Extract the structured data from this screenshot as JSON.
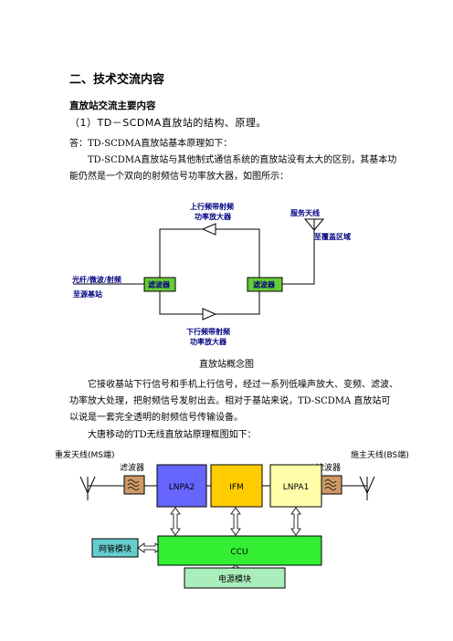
{
  "section_title": "二、技术交流内容",
  "sub_title": "直放站交流主要内容",
  "item": "（1）TD－SCDMA直放站的结构、原理。",
  "answer": "答：TD-SCDMA直放站基本原理如下：",
  "para1": "TD-SCDMA直放站与其他制式通信系统的直放站没有太大的区别，其基本功能仍然是一个双向的射频信号功率放大器，如图所示：",
  "diagram1": {
    "service_antenna": "服务天线",
    "coverage_area": "至覆盖区域",
    "uplink_amp_line1": "上行频带射频",
    "uplink_amp_line2": "功率放大器",
    "left_input": "光纤/微波/射频",
    "to_donor": "至源基站",
    "filter_left": "滤波器",
    "filter_right": "滤波器",
    "downlink_amp_line1": "下行频带射频",
    "downlink_amp_line2": "功率放大器",
    "colors": {
      "filter_fill": "#66cc33",
      "label_blue": "#000080"
    }
  },
  "caption": "直放站概念图",
  "para2": "它接收基站下行信号和手机上行信号，经过一系列低噪声放大、变频、滤波、功率放大处理，把射频信号发射出去。相对于基站来说，TD-SCDMA 直放站可以说是一套完全透明的射频信号传输设备。",
  "para3": "大唐移动的TD无线直放站原理框图如下：",
  "diagram2": {
    "left_antenna": "重发天线(MS端)",
    "right_antenna": "施主天线(BS端)",
    "filter_left": "滤波器",
    "filter_right": "滤波器",
    "lnpa2": "LNPA2",
    "ifm": "IFM",
    "lnpa1": "LNPA1",
    "nms": "网管模块",
    "ccu": "CCU",
    "power": "电源模块",
    "colors": {
      "lnpa2_fill": "#6666ff",
      "ifm_fill": "#ffcc00",
      "lnpa1_fill": "#ffffaa",
      "nms_fill": "#66cccc",
      "ccu_fill": "#33ee33",
      "power_fill": "#aaeebb",
      "filter_fill": "#cc9966"
    }
  }
}
